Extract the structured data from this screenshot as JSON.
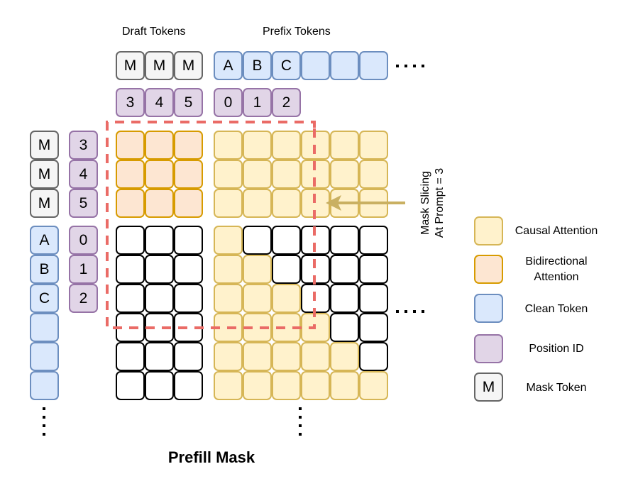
{
  "title": "Prefill Mask",
  "headers": {
    "draft": "Draft Tokens",
    "prefix": "Prefix Tokens"
  },
  "top_tokens": {
    "draft": [
      "M",
      "M",
      "M"
    ],
    "prefix": [
      "A",
      "B",
      "C",
      "",
      "",
      ""
    ],
    "draft_positions": [
      "3",
      "4",
      "5"
    ],
    "prefix_positions": [
      "0",
      "1",
      "2"
    ]
  },
  "left_tokens": {
    "tokens": [
      "M",
      "M",
      "M",
      "A",
      "B",
      "C",
      "",
      "",
      ""
    ],
    "token_types": [
      "mask",
      "mask",
      "mask",
      "clean",
      "clean",
      "clean",
      "clean",
      "clean",
      "clean"
    ],
    "positions": [
      "3",
      "4",
      "5",
      "0",
      "1",
      "2"
    ]
  },
  "mask_grid": {
    "draft_rows": 3,
    "prefix_rows": 6,
    "draft_cols": 3,
    "prefix_cols": 6,
    "description": "Draft rows attend bidirectionally to draft tokens and fully to prefix tokens; prefix rows attend causally to prefix tokens and not to draft tokens."
  },
  "annotation": {
    "line1": "Mask Slicing",
    "line2": "At Prompt = 3"
  },
  "legend": [
    {
      "type": "causal",
      "label": "Causal Attention",
      "symbol": ""
    },
    {
      "type": "bidir",
      "label": "Bidirectional Attention",
      "symbol": ""
    },
    {
      "type": "clean",
      "label": "Clean Token",
      "symbol": ""
    },
    {
      "type": "pos",
      "label": "Position ID",
      "symbol": ""
    },
    {
      "type": "mask",
      "label": "Mask Token",
      "symbol": "M"
    }
  ],
  "colors": {
    "causal_fill": "#fff2cc",
    "causal_stroke": "#d6b656",
    "bidir_fill": "#fde6d2",
    "bidir_stroke": "#d79b00",
    "clean_fill": "#dae8fc",
    "clean_stroke": "#6c8ebf",
    "pos_fill": "#e1d5e7",
    "pos_stroke": "#9673a6",
    "mask_fill": "#f5f5f5",
    "mask_stroke": "#666666",
    "slice_dash": "#ea6b66",
    "arrow": "#c9b062"
  }
}
